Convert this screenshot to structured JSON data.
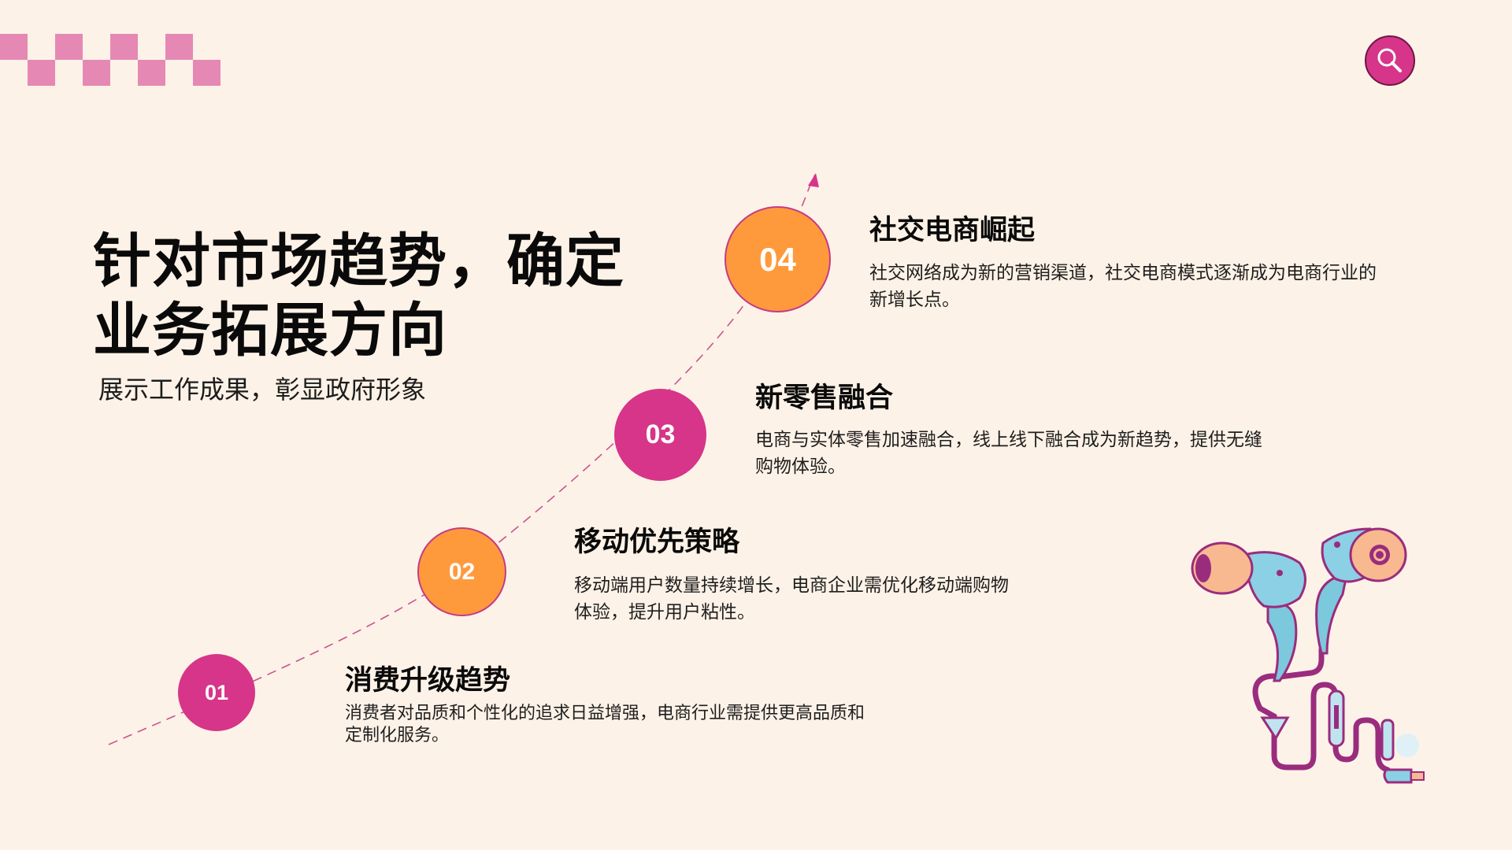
{
  "slide": {
    "title_line1": "针对市场趋势，确定",
    "title_line2": "业务拓展方向",
    "subtitle": "展示工作成果，彰显政府形象"
  },
  "header": {
    "search_icon": "search-icon",
    "decoration": "checkerboard-pattern"
  },
  "colors": {
    "background": "#fdf2e7",
    "accent_magenta": "#d6358a",
    "accent_orange": "#ff9a3c",
    "checker_pink": "#e589b4",
    "text": "#0a0a0a"
  },
  "steps": [
    {
      "number": "01",
      "title": "消费升级趋势",
      "desc_line1": "消费者对品质和个性化的追求日益增强，电商行业需提供更高品质和",
      "desc_line2": "定制化服务。"
    },
    {
      "number": "02",
      "title": "移动优先策略",
      "desc_line1": "移动端用户数量持续增长，电商企业需优化移动端购物",
      "desc_line2": "体验，提升用户粘性。"
    },
    {
      "number": "03",
      "title": "新零售融合",
      "desc_line1": "电商与实体零售加速融合，线上线下融合成为新趋势，提供无缝",
      "desc_line2": "购物体验。"
    },
    {
      "number": "04",
      "title": "社交电商崛起",
      "desc_line1": "社交网络成为新的营销渠道，社交电商模式逐渐成为电商行业的",
      "desc_line2": "新增长点。"
    }
  ],
  "illustration": "earphones-illustration"
}
